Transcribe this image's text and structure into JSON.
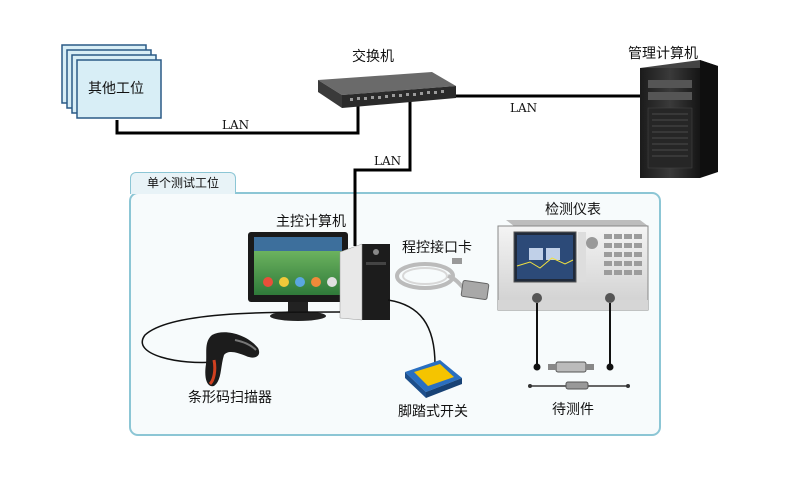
{
  "nodes": {
    "other_workstations": "其他工位",
    "switch": "交换机",
    "management_computer": "管理计算机",
    "single_station": "单个测试工位",
    "main_computer": "主控计算机",
    "interface_card": "程控接口卡",
    "test_instrument": "检测仪表",
    "barcode_scanner": "条形码扫描器",
    "foot_switch": "脚踏式开关",
    "dut": "待测件"
  },
  "links": {
    "lan_left": "LAN",
    "lan_right": "LAN",
    "lan_down": "LAN"
  },
  "colors": {
    "workstation_fill": "#d8eef6",
    "workstation_border": "#2a5a86",
    "frame_border": "#8cc6d5",
    "frame_fill": "#f7fbfc"
  }
}
